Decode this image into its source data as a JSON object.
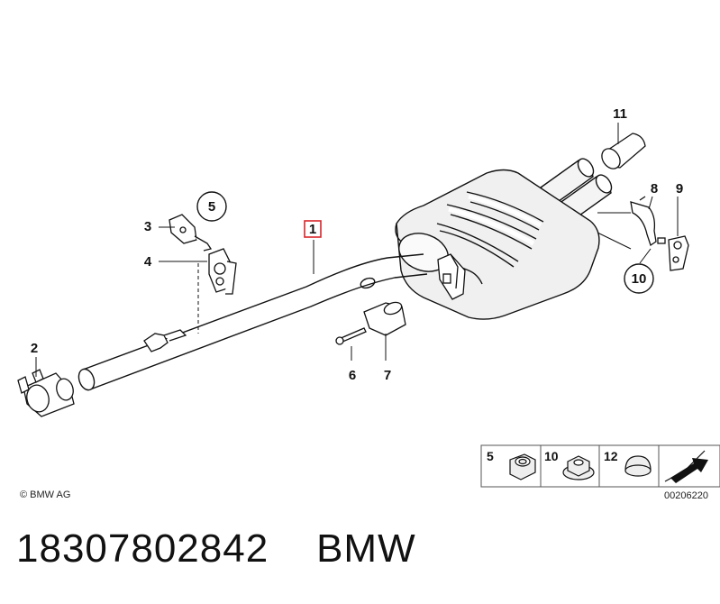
{
  "callouts": {
    "c1": "1",
    "c2": "2",
    "c3": "3",
    "c4": "4",
    "c5": "5",
    "c6": "6",
    "c7": "7",
    "c8": "8",
    "c9": "9",
    "c10": "10",
    "c11": "11"
  },
  "legend": {
    "l5": "5",
    "l10": "10",
    "l12": "12"
  },
  "copyright": "© BMW AG",
  "diagram_code": "00206220",
  "part_number_line": "18307802842    BMW",
  "colors": {
    "highlight": "#d9242a",
    "ink": "#111111",
    "muffler_fill": "#f0f0f0"
  }
}
